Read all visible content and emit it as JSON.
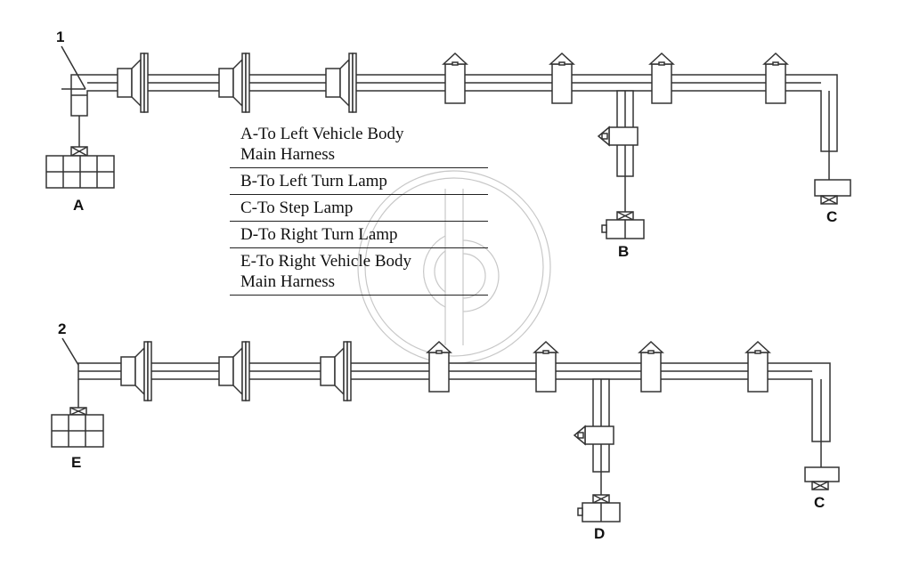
{
  "harness_labels": {
    "harness_1": "1",
    "harness_2": "2"
  },
  "connector_labels": {
    "a": "A",
    "b": "B",
    "c_top": "C",
    "c_bottom": "C",
    "d": "D",
    "e": "E"
  },
  "legend": [
    {
      "lines": [
        "A-To Left Vehicle Body",
        "Main Harness"
      ]
    },
    {
      "lines": [
        "B-To Left Turn Lamp"
      ]
    },
    {
      "lines": [
        "C-To Step Lamp"
      ]
    },
    {
      "lines": [
        "D-To Right Turn Lamp"
      ]
    },
    {
      "lines": [
        "E-To Right Vehicle Body",
        "Main Harness"
      ]
    }
  ],
  "colors": {
    "line": "#333333",
    "fill": "#ffffff",
    "watermark": "#c8c8c8"
  }
}
